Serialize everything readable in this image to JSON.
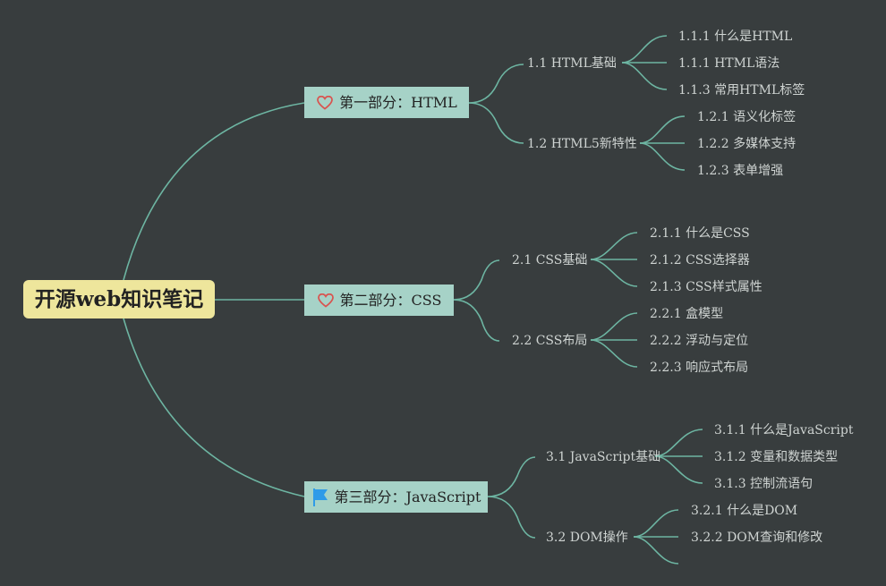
{
  "root": {
    "title": "开源web知识笔记"
  },
  "sections": [
    {
      "label": "第一部分：HTML",
      "icon": "heart-icon",
      "topics": [
        {
          "label": "1.1 HTML基础",
          "items": [
            "1.1.1 什么是HTML",
            "1.1.1 HTML语法",
            "1.1.3 常用HTML标签"
          ]
        },
        {
          "label": "1.2 HTML5新特性",
          "items": [
            "1.2.1 语义化标签",
            "1.2.2 多媒体支持",
            "1.2.3 表单增强"
          ]
        }
      ]
    },
    {
      "label": "第二部分：CSS",
      "icon": "heart-icon",
      "topics": [
        {
          "label": "2.1 CSS基础",
          "items": [
            "2.1.1 什么是CSS",
            "2.1.2 CSS选择器",
            "2.1.3 CSS样式属性"
          ]
        },
        {
          "label": "2.2 CSS布局",
          "items": [
            "2.2.1 盒模型",
            "2.2.2 浮动与定位",
            "2.2.3 响应式布局"
          ]
        }
      ]
    },
    {
      "label": "第三部分：JavaScript",
      "icon": "flag-icon",
      "topics": [
        {
          "label": "3.1 JavaScript基础",
          "items": [
            "3.1.1 什么是JavaScript",
            "3.1.2 变量和数据类型",
            "3.1.3 控制流语句"
          ]
        },
        {
          "label": "3.2 DOM操作",
          "items": [
            "3.2.1 什么是DOM",
            "3.2.2 DOM查询和修改",
            ""
          ]
        }
      ]
    }
  ],
  "colors": {
    "background": "#383d3e",
    "root_fill": "#eee69c",
    "section_fill": "#a6d2c7",
    "connector": "#6db5a2",
    "heart": "#d9534f",
    "flag": "#2f9be8"
  }
}
